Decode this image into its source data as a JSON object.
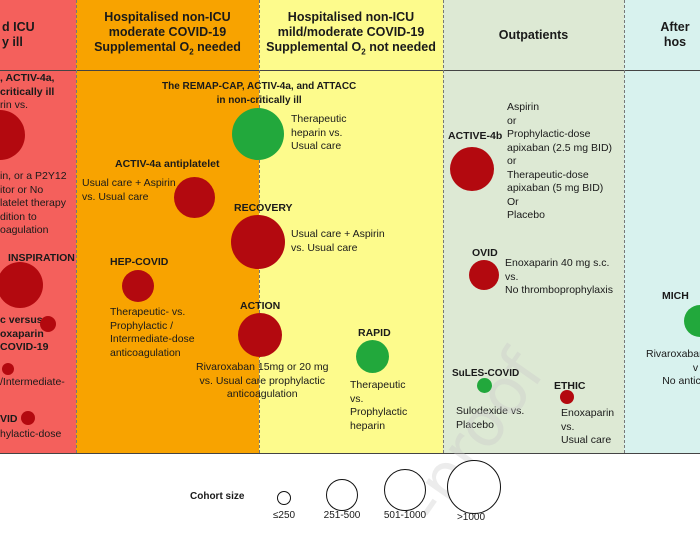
{
  "columns": {
    "icu": {
      "title_line1": "d ICU",
      "title_line2": "y ill",
      "color": "#f4605c"
    },
    "noncritical_o2": {
      "title_line1": "Hospitalised non-ICU",
      "title_line2": "moderate COVID-19",
      "title_line3_pre": "Supplemental O",
      "title_line3_sub": "2",
      "title_line3_post": " needed",
      "color": "#f8a300"
    },
    "noncritical_no_o2": {
      "title_line1": "Hospitalised non-ICU",
      "title_line2": "mild/moderate COVID-19",
      "title_line3_pre": "Supplemental O",
      "title_line3_sub": "2",
      "title_line3_post": " not needed",
      "color": "#fdfb8c"
    },
    "outpatients": {
      "title": "Outpatients",
      "color": "#dde9d4"
    },
    "after": {
      "title": "After hos",
      "color": "#d8f2ee"
    }
  },
  "icu_texts": {
    "activ_line1": ", ACTIV-4a,",
    "activ_line2": "critically ill",
    "activ_line3": "rin vs.",
    "p2y12_line1": "in, or a P2Y12",
    "p2y12_line2": "itor or No",
    "p2y12_line3": "latelet therapy",
    "p2y12_line4": "dition to",
    "p2y12_line5": "oagulation",
    "inspiration": "INSPIRATION",
    "versus_line1": "c versus",
    "versus_line2": "oxaparin",
    "versus_line3": "COVID-19",
    "intermediate": "/Intermediate-",
    "vid": "VID",
    "phylactic": "hylactic-dose"
  },
  "studies": {
    "remap_line1": "The REMAP-CAP, ACTIV-4a, and ATTACC",
    "remap_line2": "in non-critically ill",
    "remap_desc_line1": "Therapeutic",
    "remap_desc_line2": "heparin vs.",
    "remap_desc_line3": "Usual care",
    "activ4a_antiplatelet": "ACTIV-4a antiplatelet",
    "activ4a_desc_line1": "Usual care + Aspirin",
    "activ4a_desc_line2": "vs. Usual care",
    "recovery": "RECOVERY",
    "recovery_desc_line1": "Usual care + Aspirin",
    "recovery_desc_line2": "vs. Usual care",
    "hep_covid": "HEP-COVID",
    "hep_desc_line1": "Therapeutic- vs.",
    "hep_desc_line2": "Prophylactic /",
    "hep_desc_line3": "Intermediate-dose",
    "hep_desc_line4": "anticoagulation",
    "action": "ACTION",
    "action_desc_line1": "Rivaroxaban 15mg or 20 mg",
    "action_desc_line2": "vs. Usual care prophylactic",
    "action_desc_line3": "anticoagulation",
    "rapid": "RAPID",
    "rapid_desc_line1": "Therapeutic",
    "rapid_desc_line2": "vs.",
    "rapid_desc_line3": "Prophylactic",
    "rapid_desc_line4": "heparin",
    "active4b": "ACTIVE-4b",
    "active4b_desc_line1": "Aspirin",
    "active4b_desc_line2": "or",
    "active4b_desc_line3": "Prophylactic-dose",
    "active4b_desc_line4": "apixaban (2.5 mg BID)",
    "active4b_desc_line5": "or",
    "active4b_desc_line6": "Therapeutic-dose",
    "active4b_desc_line7": "apixaban (5 mg BID)",
    "active4b_desc_line8": "Or",
    "active4b_desc_line9": "Placebo",
    "ovid": "OVID",
    "ovid_desc_line1": "Enoxaparin 40 mg s.c.",
    "ovid_desc_line2": "vs.",
    "ovid_desc_line3": "No thromboprophylaxis",
    "sules": "SuLES-COVID",
    "sules_desc_line1": "Sulodexide vs.",
    "sules_desc_line2": "Placebo",
    "ethic": "ETHIC",
    "ethic_desc_line1": "Enoxaparin",
    "ethic_desc_line2": "vs.",
    "ethic_desc_line3": "Usual care",
    "mich": "MICH",
    "mich_desc_line1": "Rivaroxaban",
    "mich_desc_line2": "v",
    "mich_desc_line3": "No antic"
  },
  "legend": {
    "title": "Cohort size",
    "sizes": [
      "≤250",
      "251-500",
      "501-1000",
      ">1000"
    ]
  },
  "watermark": "-proof",
  "colors": {
    "negative_trial": "#b3090f",
    "positive_trial": "#22a83c"
  }
}
